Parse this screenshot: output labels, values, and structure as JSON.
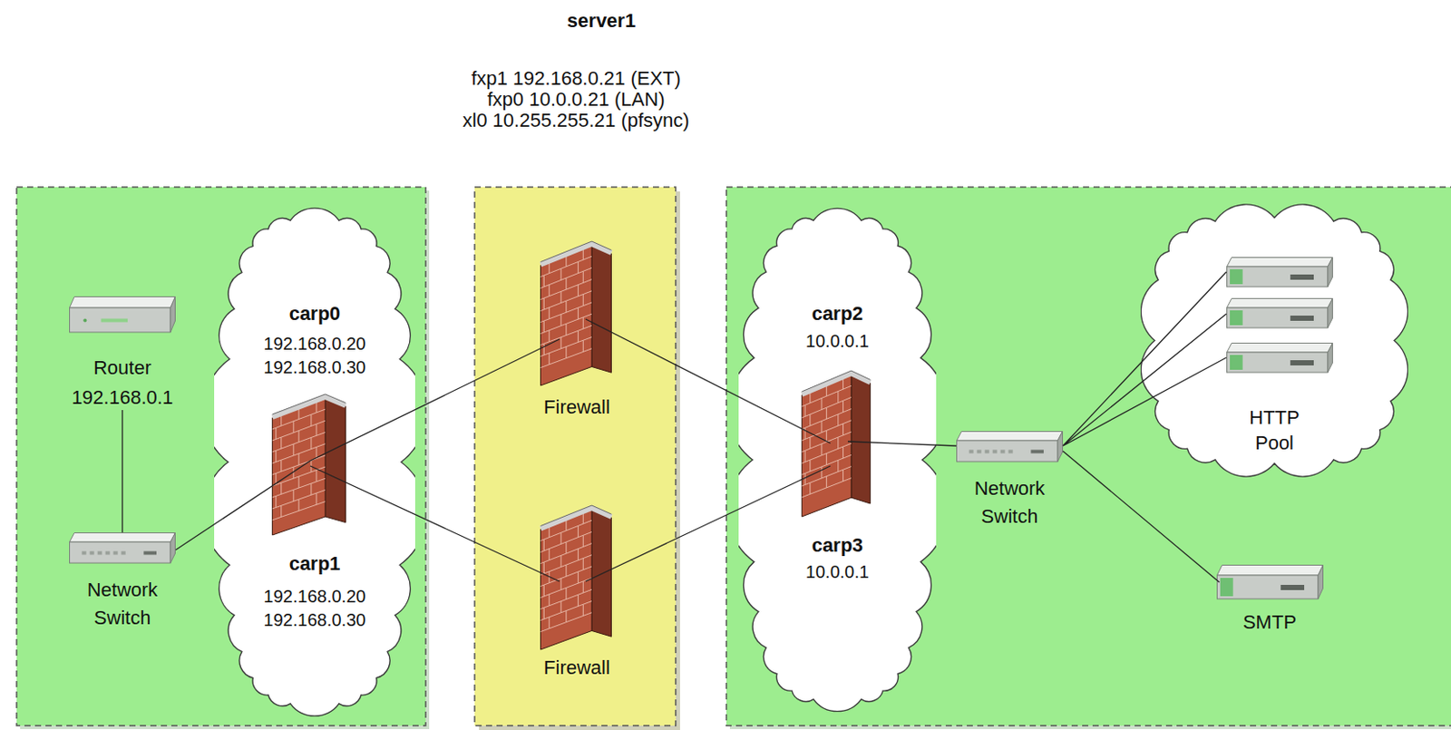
{
  "diagram": {
    "title": "server1",
    "nodes": [
      {
        "text": [
          "Router",
          "192.168.0.1"
        ]
      },
      {
        "text": [
          "Network Switch"
        ]
      },
      {
        "text": [
          "carp0",
          "192.168.0.20 192.168.0.30",
          "carp1",
          "192.168.0.20 192.168.0.30"
        ]
      },
      {
        "text": [
          "Firewall"
        ]
      },
      {
        "text": [
          "Firewall"
        ]
      },
      {
        "text": [
          "carp2",
          "10.0.0.1",
          "carp3",
          "10.0.0.1"
        ]
      },
      {
        "text": [
          "Network Switch"
        ]
      },
      {
        "text": [
          "HTTP Pool"
        ]
      },
      {
        "text": [
          "SMTP"
        ]
      }
    ],
    "edges": [
      {
        "from": 0,
        "to": 1,
        "arrow": "none"
      },
      {
        "from": 1,
        "to": 2,
        "arrow": "none"
      },
      {
        "from": 2,
        "to": 3,
        "arrow": "none"
      },
      {
        "from": 2,
        "to": 4,
        "arrow": "none"
      },
      {
        "from": 3,
        "to": 5,
        "arrow": "none"
      },
      {
        "from": 4,
        "to": 5,
        "arrow": "none"
      },
      {
        "from": 5,
        "to": 6,
        "arrow": "none"
      },
      {
        "from": 6,
        "to": 7,
        "arrow": "none"
      },
      {
        "from": 6,
        "to": 8,
        "arrow": "none"
      }
    ],
    "labels": [
      "fxp1 192.168.0.21 (EXT)",
      "fxp0 10.0.0.21 (LAN)",
      "xl0 10.255.255.21 (pfsync)"
    ]
  }
}
